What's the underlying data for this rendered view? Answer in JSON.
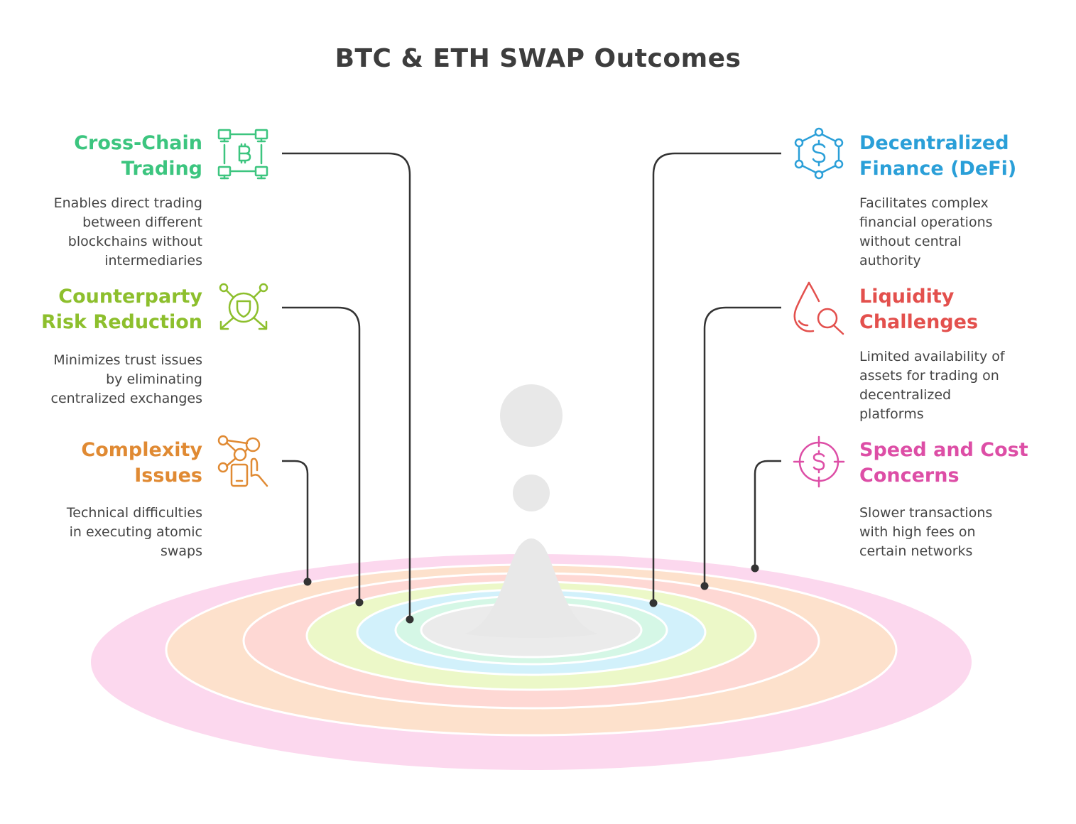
{
  "title": "BTC & ETH SWAP Outcomes",
  "colors": {
    "cross_chain": "#3cc57f",
    "counterparty": "#8dbf2d",
    "complexity": "#e08a33",
    "defi": "#2a9fd8",
    "liquidity": "#e3504d",
    "speed_cost": "#dd4ea6",
    "connector": "#333333",
    "drop": "#e8e8e8"
  },
  "items": {
    "cross_chain": {
      "heading_line1": "Cross-Chain",
      "heading_line2": "Trading",
      "desc": [
        "Enables direct trading",
        "between different",
        "blockchains without",
        "intermediaries"
      ],
      "icon": "blockchain-bitcoin-icon"
    },
    "counterparty": {
      "heading_line1": "Counterparty",
      "heading_line2": "Risk Reduction",
      "desc": [
        "Minimizes trust issues",
        "by eliminating",
        "centralized exchanges"
      ],
      "icon": "shield-network-icon"
    },
    "complexity": {
      "heading_line1": "Complexity",
      "heading_line2": "Issues",
      "desc": [
        "Technical difficulties",
        "in executing atomic",
        "swaps"
      ],
      "icon": "network-touch-icon"
    },
    "defi": {
      "heading_line1": "Decentralized",
      "heading_line2": "Finance (DeFi)",
      "desc": [
        "Facilitates complex",
        "financial operations",
        "without central",
        "authority"
      ],
      "icon": "dollar-hexagon-network-icon"
    },
    "liquidity": {
      "heading_line1": "Liquidity",
      "heading_line2": "Challenges",
      "desc": [
        "Limited availability of",
        "assets for trading on",
        "decentralized",
        "platforms"
      ],
      "icon": "drop-magnifier-icon"
    },
    "speed_cost": {
      "heading_line1": "Speed and Cost",
      "heading_line2": "Concerns",
      "desc": [
        "Slower transactions",
        "with high fees on",
        "certain networks"
      ],
      "icon": "dollar-target-icon"
    }
  }
}
